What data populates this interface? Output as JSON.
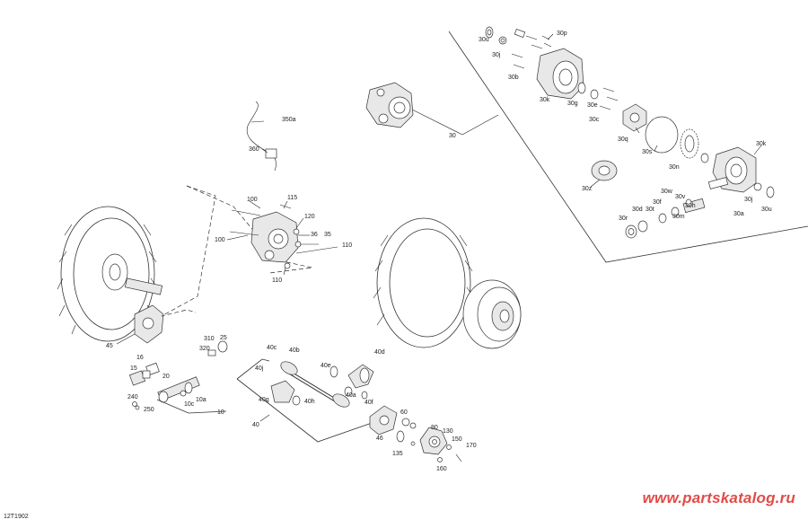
{
  "watermark": "www.partskatalog.ru",
  "figure_code": "12T1902",
  "labels": {
    "l30u_a": "30u",
    "l30j_a": "30j",
    "l30p": "30p",
    "l30b": "30b",
    "l30k_a": "30k",
    "l30g": "30g",
    "l30e": "30e",
    "l30c": "30c",
    "l30q": "30q",
    "l30": "30",
    "l30s": "30s",
    "l30n": "30n",
    "l30k_b": "30k",
    "l30z": "30z",
    "l30w": "30w",
    "l30v": "30v",
    "l30d": "30d",
    "l30f": "30f",
    "l30t": "30t",
    "l30h": "30h",
    "l30m": "30m",
    "l30j_b": "30j",
    "l30u_b": "30u",
    "l30r": "30r",
    "l30a": "30a",
    "l350a": "350a",
    "l360": "360",
    "l100_a": "100",
    "l115": "115",
    "l120": "120",
    "l36": "36",
    "l35": "35",
    "l100_b": "100",
    "l110_a": "110",
    "l110_b": "110",
    "l45": "45",
    "l310": "310",
    "l320": "320",
    "l25": "25",
    "l16": "16",
    "l15": "15",
    "l20": "20",
    "l240": "240",
    "l250": "250",
    "l10a": "10a",
    "l10c": "10c",
    "l10": "10",
    "l40c": "40c",
    "l40b": "40b",
    "l40j": "40j",
    "l40g": "40g",
    "l40h": "40h",
    "l40": "40",
    "l40d": "40d",
    "l40e": "40e",
    "l40a": "40a",
    "l40f": "40f",
    "l60": "60",
    "l80": "80",
    "l130": "130",
    "l150": "150",
    "l170": "170",
    "l46": "46",
    "l135": "135",
    "l160": "160"
  }
}
